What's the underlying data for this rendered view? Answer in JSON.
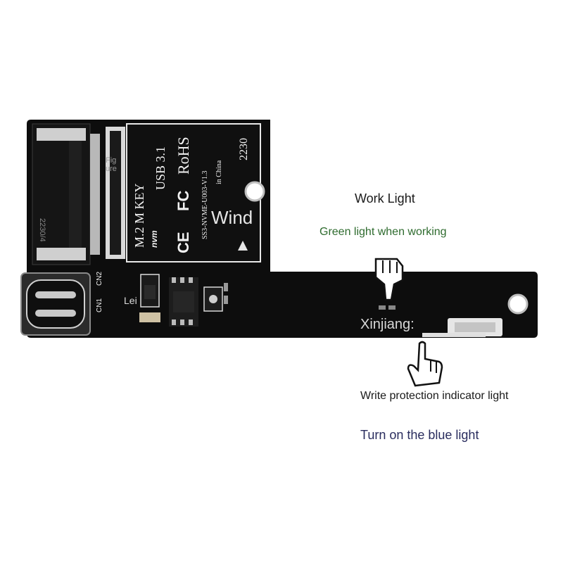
{
  "annotations": {
    "work_light_title": "Work Light",
    "work_light_desc": "Green light when working",
    "write_protect_title": "Write protection indicator light",
    "write_protect_desc": "Turn on the blue light"
  },
  "board": {
    "silkscreen_text": [
      "M.2 M KEY",
      "USB 3.1",
      "RoHS",
      "2230",
      "SS3-NVME-U003-V1.3",
      "in China",
      "2230/4",
      "CN1",
      "CN2"
    ],
    "overlay_text": {
      "wind": "Wind",
      "figure": "Fig ure",
      "lei": "Lei",
      "xinjiang": "Xinjiang:"
    }
  },
  "colors": {
    "pcb": "#0d0d0d",
    "silkscreen": "#f2f2f2",
    "green_text": "#2e6b2e",
    "blue_text": "#2a2d5e"
  }
}
